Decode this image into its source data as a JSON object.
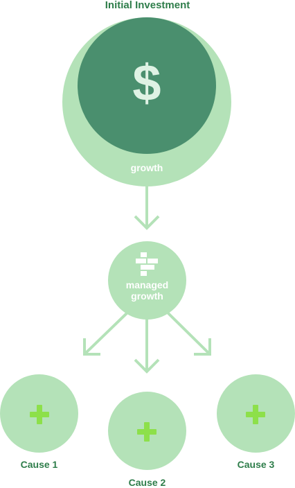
{
  "title": "Initial Investment",
  "investment": {
    "symbol": "$",
    "growth_label": "growth"
  },
  "managed": {
    "line1": "managed",
    "line2": "growth",
    "icon": "blocks-icon"
  },
  "causes": [
    {
      "label": "Cause 1",
      "icon": "plus-icon"
    },
    {
      "label": "Cause 2",
      "icon": "plus-icon"
    },
    {
      "label": "Cause 3",
      "icon": "plus-icon"
    }
  ],
  "colors": {
    "title_text": "#2e7d4a",
    "light_green": "#b4e2b8",
    "dark_green": "#4a8f6e",
    "plus_green": "#8de04a"
  }
}
